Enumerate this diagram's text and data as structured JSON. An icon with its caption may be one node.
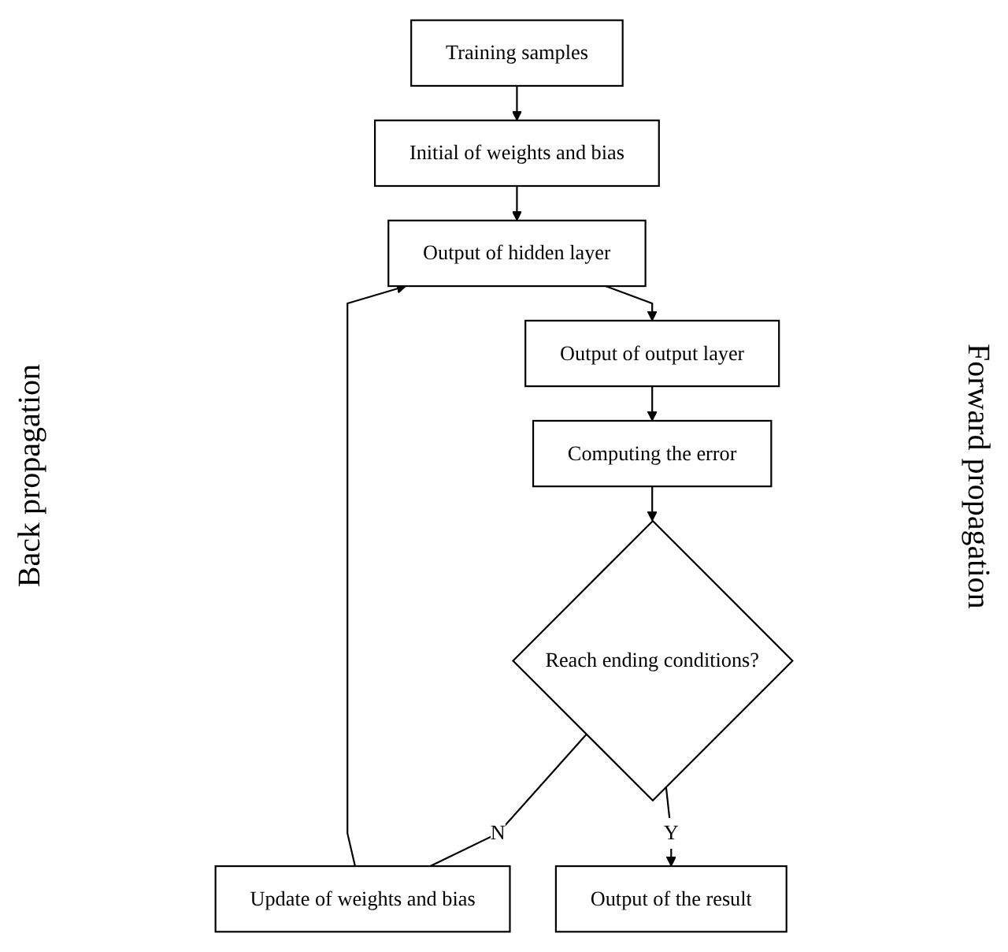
{
  "diagram": {
    "nodes": [
      {
        "text": [
          "Training samples"
        ]
      },
      {
        "text": [
          "Initial of weights and bias"
        ]
      },
      {
        "text": [
          "Output of hidden layer"
        ]
      },
      {
        "text": [
          "Output of output layer"
        ]
      },
      {
        "text": [
          "Computing the error"
        ]
      },
      {
        "text": [
          "Reach ending conditions?"
        ]
      },
      {
        "text": [
          "Update of weights and bias"
        ]
      },
      {
        "text": [
          "Output of the result"
        ]
      }
    ],
    "edges": [
      {
        "from": 0,
        "to": 1,
        "arrow": "to"
      },
      {
        "from": 1,
        "to": 2,
        "arrow": "to"
      },
      {
        "from": 2,
        "to": 3,
        "arrow": "to"
      },
      {
        "from": 3,
        "to": 4,
        "arrow": "to"
      },
      {
        "from": 4,
        "to": 5,
        "arrow": "to"
      },
      {
        "from": 5,
        "to": 6,
        "label": "N",
        "arrow": "none"
      },
      {
        "from": 6,
        "to": 2,
        "arrow": "to"
      },
      {
        "from": 5,
        "to": 7,
        "label": "Y",
        "arrow": "to"
      }
    ],
    "labels": [
      "Back propagation",
      "Forward propagation"
    ]
  }
}
